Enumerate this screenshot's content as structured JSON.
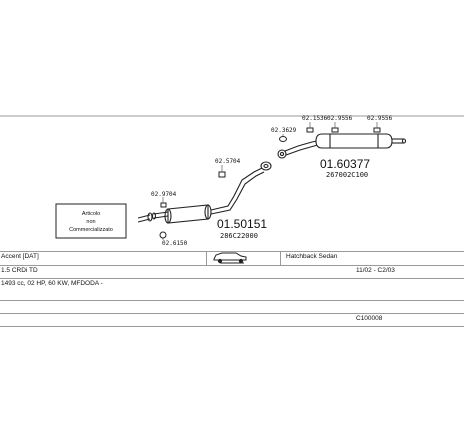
{
  "parts": {
    "front_section": {
      "code": "01.50151",
      "oem": "286C22000"
    },
    "rear_silencer": {
      "code": "01.60377",
      "oem": "267002C100"
    },
    "refs": {
      "r1": "02.3629",
      "r2": "02.1536",
      "r3": "02.9556",
      "r4": "02.9556",
      "r5": "02.5704",
      "r6": "02.9704",
      "r7": "02.6150"
    }
  },
  "notice": {
    "line1": "Articolo",
    "line2": "non",
    "line3": "Commercializzato"
  },
  "vehicle": {
    "model": "Accent [DAT]",
    "body": "Hatchback Sedan",
    "engine": "1.5 CRDi TD",
    "period": "11/02 - C2/03",
    "specs": "1493 cc, 02 HP, 60 KW, MFDODA -",
    "ref_code": "C100008"
  }
}
